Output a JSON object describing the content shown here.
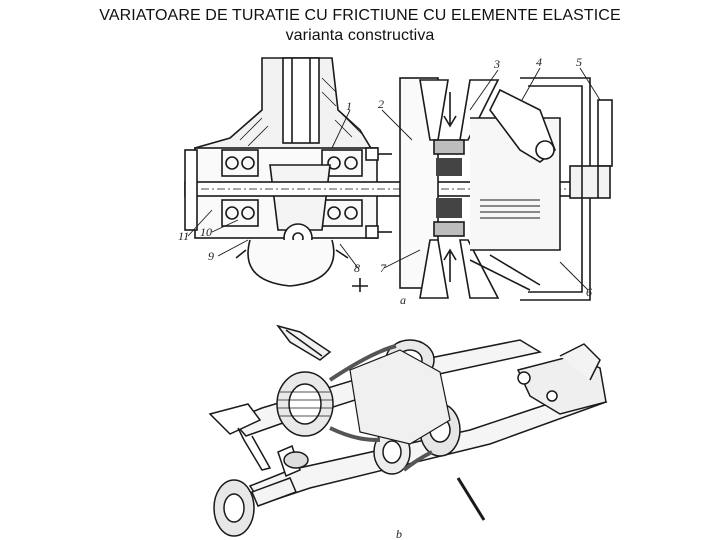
{
  "slide": {
    "title_line1": "VARIATOARE DE TURATIE CU FRICTIUNE CU ELEMENTE ELASTICE",
    "title_line2": "varianta constructiva"
  },
  "figure_a": {
    "part_numbers": [
      "1",
      "2",
      "3",
      "4",
      "5",
      "6",
      "7",
      "8",
      "9",
      "10",
      "11"
    ],
    "caption": "a"
  },
  "figure_b": {
    "caption": "b"
  }
}
